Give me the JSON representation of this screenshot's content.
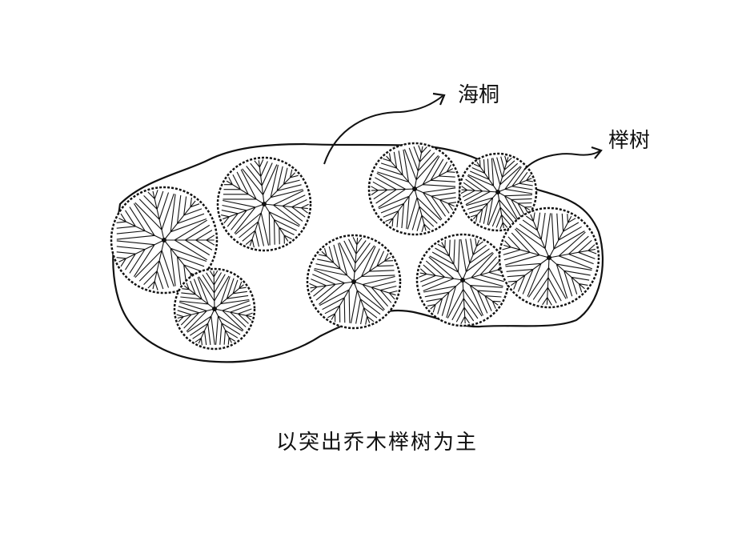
{
  "labels": {
    "shrub": "海桐",
    "tree": "榉树"
  },
  "caption": "以突出乔木榉树为主"
}
